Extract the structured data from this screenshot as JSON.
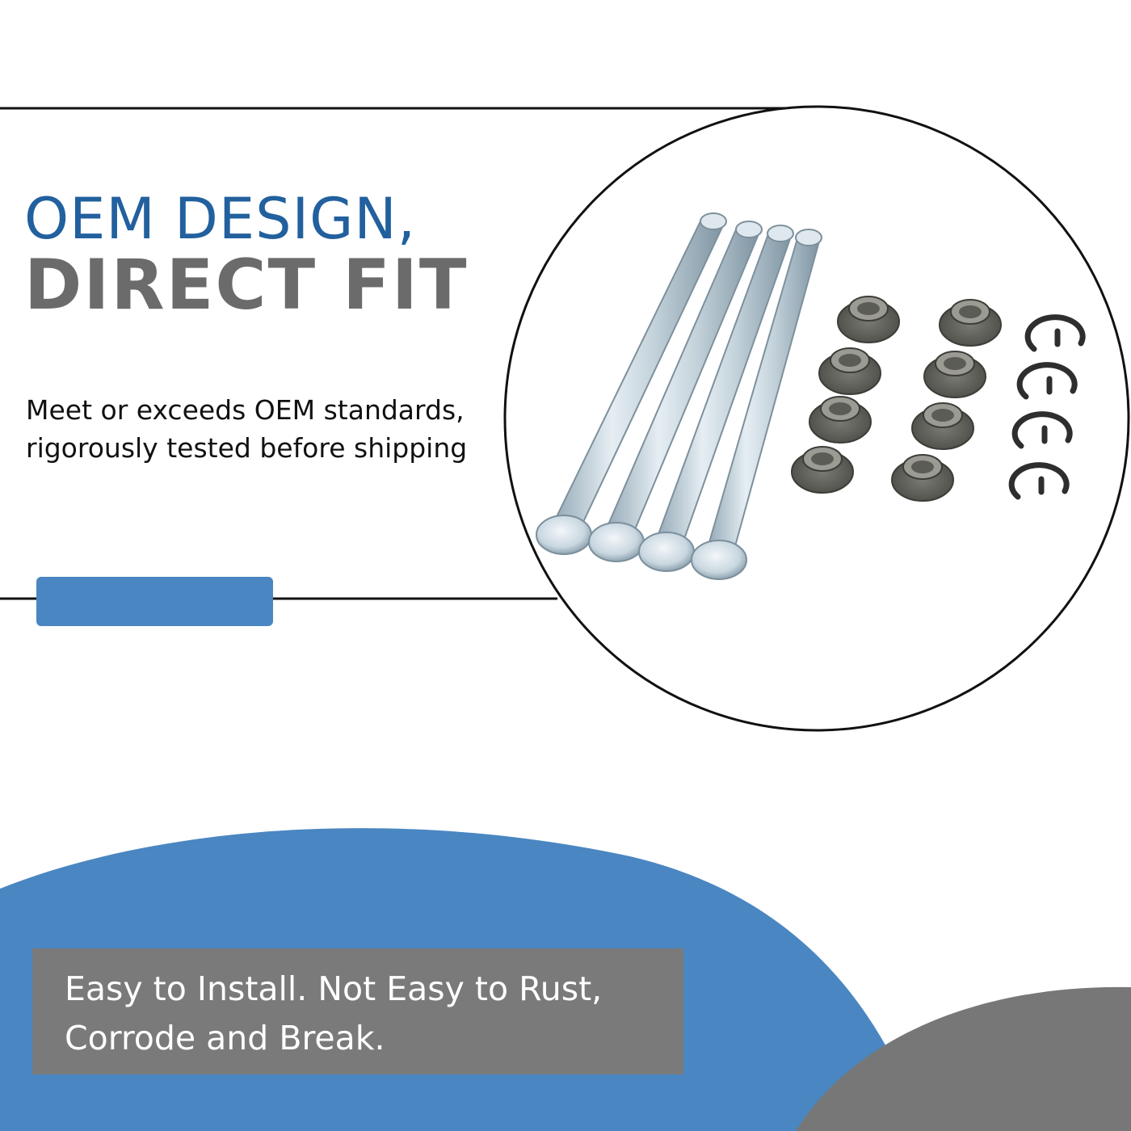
{
  "headline": {
    "line1": "OEM DESIGN,",
    "line2": "DIRECT FIT"
  },
  "description": "Meet or exceeds OEM standards, rigorously tested before shipping",
  "banner": {
    "text": "Easy to Install. Not Easy to Rust, Corrode and Break."
  },
  "product": {
    "pins": 4,
    "bushings": 8,
    "clips": 4
  },
  "colors": {
    "accent_blue": "#4a86c1",
    "headline_blue": "#22609e",
    "headline_gray": "#6b6b6b",
    "banner_gray": "#7a7a7a",
    "dark_gray": "#777777",
    "text_dark": "#111111",
    "banner_text": "#ffffff"
  }
}
